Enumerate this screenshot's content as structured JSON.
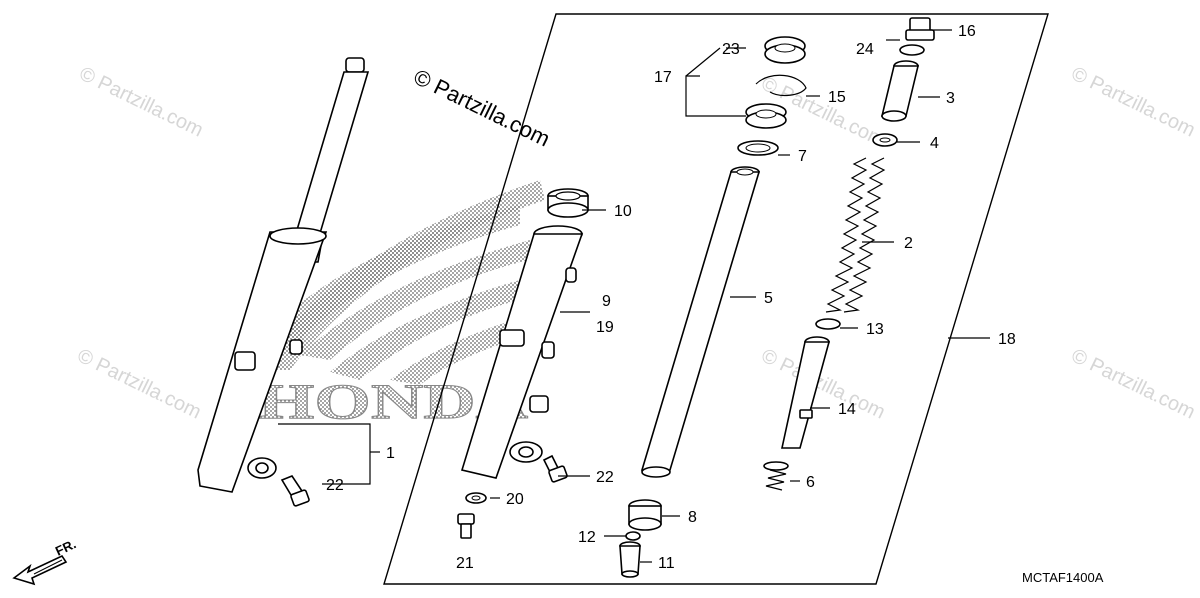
{
  "diagram": {
    "brand_logo_text": "HONDA",
    "watermark": "© Partzilla.com",
    "direction_label": "FR.",
    "figure_code": "MCTAF1400A",
    "callouts": [
      {
        "id": "c1",
        "text": "1"
      },
      {
        "id": "c2",
        "text": "2"
      },
      {
        "id": "c3",
        "text": "3"
      },
      {
        "id": "c4",
        "text": "4"
      },
      {
        "id": "c5",
        "text": "5"
      },
      {
        "id": "c6",
        "text": "6"
      },
      {
        "id": "c7",
        "text": "7"
      },
      {
        "id": "c8",
        "text": "8"
      },
      {
        "id": "c9",
        "text": "9"
      },
      {
        "id": "c19",
        "text": "19"
      },
      {
        "id": "c10",
        "text": "10"
      },
      {
        "id": "c11",
        "text": "11"
      },
      {
        "id": "c12",
        "text": "12"
      },
      {
        "id": "c13",
        "text": "13"
      },
      {
        "id": "c14",
        "text": "14"
      },
      {
        "id": "c15",
        "text": "15"
      },
      {
        "id": "c16",
        "text": "16"
      },
      {
        "id": "c17",
        "text": "17"
      },
      {
        "id": "c18",
        "text": "18"
      },
      {
        "id": "c20",
        "text": "20"
      },
      {
        "id": "c21",
        "text": "21"
      },
      {
        "id": "c22a",
        "text": "22"
      },
      {
        "id": "c22b",
        "text": "22"
      },
      {
        "id": "c23",
        "text": "23"
      },
      {
        "id": "c24",
        "text": "24"
      }
    ]
  }
}
